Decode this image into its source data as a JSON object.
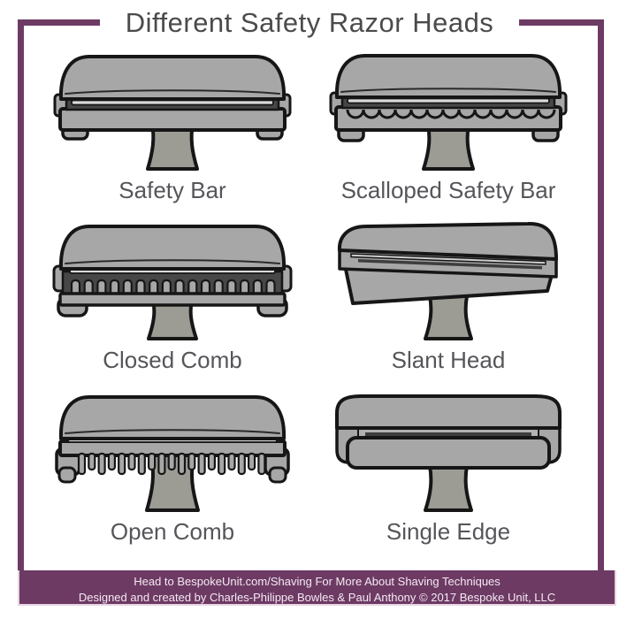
{
  "poster": {
    "title": "Different Safety Razor Heads",
    "razors": [
      {
        "label": "Safety Bar"
      },
      {
        "label": "Scalloped Safety Bar"
      },
      {
        "label": "Closed Comb"
      },
      {
        "label": "Slant Head"
      },
      {
        "label": "Open Comb"
      },
      {
        "label": "Single Edge"
      }
    ],
    "footer": {
      "line1": "Head to BespokeUnit.com/Shaving For More About Shaving Techniques",
      "line2": "Designed and created by Charles-Philippe Bowles & Paul Anthony © 2017 Bespoke Unit, LLC"
    },
    "colors": {
      "frame_purple": "#6d3a64",
      "band_border": "#e7d6e3",
      "razor_gray": "#a7a7a7",
      "stem_gray": "#9c9c95",
      "slot_dark": "#474747",
      "blade_light": "#d9d9d9",
      "outline": "#161616",
      "title_text": "#4b4b4d",
      "label_text": "#55555a",
      "footer_text": "#f4eaf2"
    }
  }
}
